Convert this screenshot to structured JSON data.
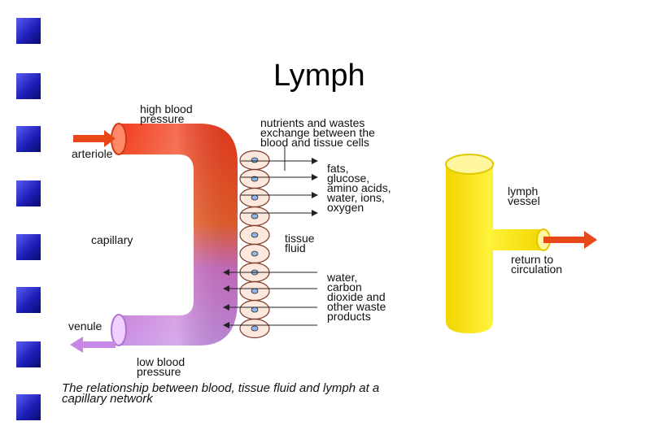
{
  "slide": {
    "title": "Lymph",
    "bullet_count": 8
  },
  "diagram": {
    "high_blood_pressure": [
      "high blood",
      "pressure"
    ],
    "arteriole": "arteriole",
    "capillary": "capillary",
    "venule": "venule",
    "low_blood_pressure": [
      "low blood",
      "pressure"
    ],
    "exchange_note": [
      "nutrients and wastes",
      "exchange between the",
      "blood and tissue cells"
    ],
    "nutrients_out": [
      "fats,",
      "glucose,",
      "amino acids,",
      "water, ions,",
      "oxygen"
    ],
    "tissue_fluid": [
      "tissue",
      "fluid"
    ],
    "wastes_in": [
      "water,",
      "carbon",
      "dioxide and",
      "other waste",
      "products"
    ],
    "lymph_vessel": [
      "lymph",
      "vessel"
    ],
    "return_to_circulation": [
      "return to",
      "circulation"
    ],
    "caption": [
      "The relationship between blood, tissue fluid and lymph at a",
      "capillary network"
    ],
    "colors": {
      "artery_red": "#f0401e",
      "vein_purple": "#c888e0",
      "lymph_yellow": "#ffee22",
      "arrow_red": "#e84818",
      "arrow_purple": "#c888e8"
    }
  }
}
